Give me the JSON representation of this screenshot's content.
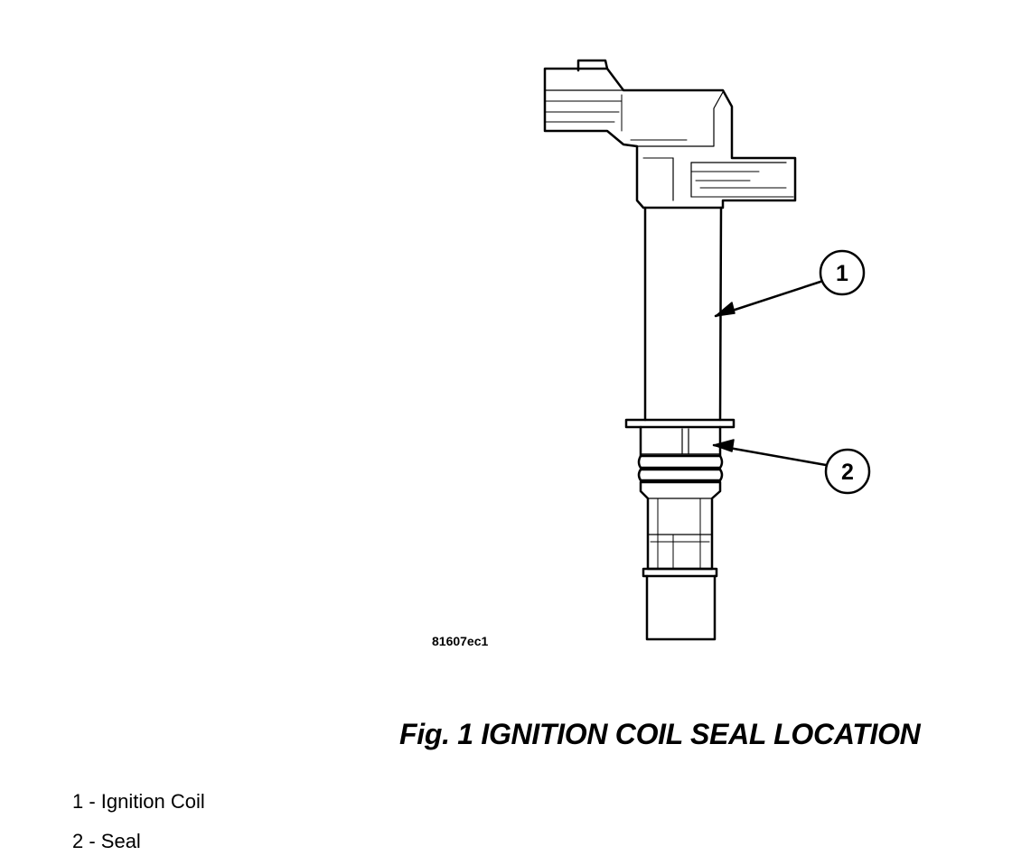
{
  "figure": {
    "code": "81607ec1",
    "caption": "Fig. 1 IGNITION COIL SEAL LOCATION"
  },
  "callouts": [
    {
      "number": "1",
      "label": "Ignition Coil"
    },
    {
      "number": "2",
      "label": "Seal"
    }
  ],
  "legend": [
    {
      "text": "1 - Ignition Coil"
    },
    {
      "text": "2 - Seal"
    }
  ]
}
